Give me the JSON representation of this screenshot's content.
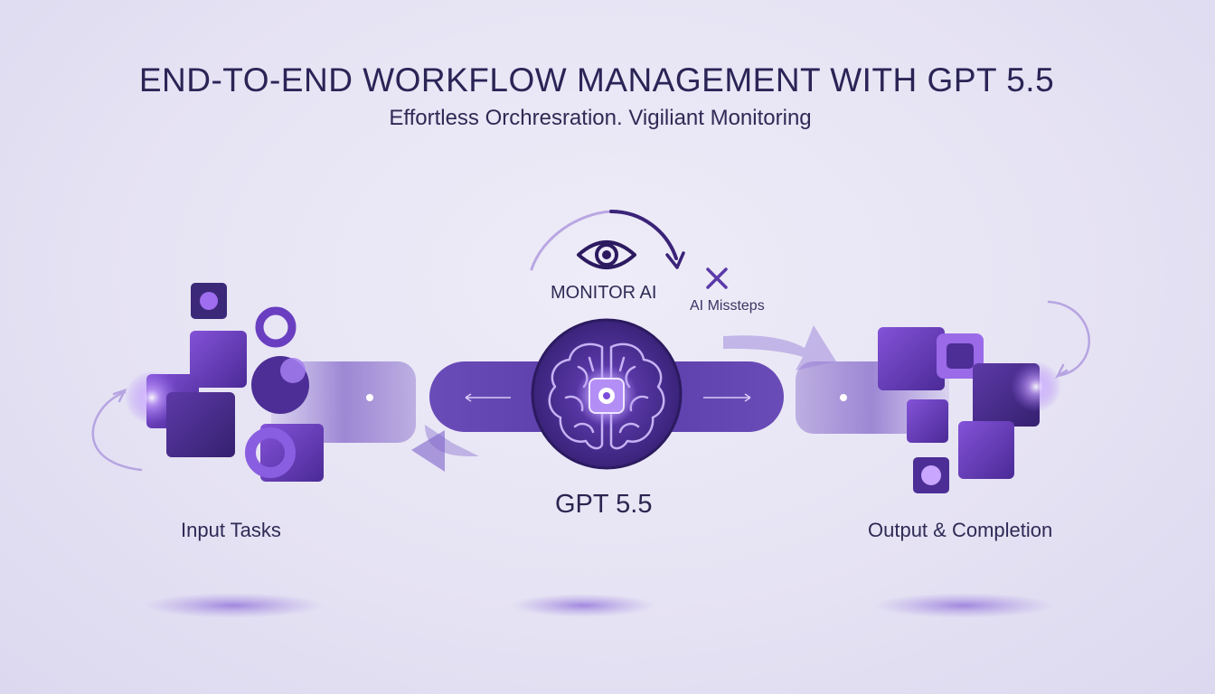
{
  "header": {
    "title": "END-TO-END WORKFLOW MANAGEMENT WITH GPT 5.5",
    "subtitle": "Effortless Orchresration. Vigiliant Monitoring"
  },
  "nodes": {
    "input": {
      "label": "Input Tasks"
    },
    "core": {
      "label": "GPT 5.5"
    },
    "output": {
      "label": "Output & Completion"
    }
  },
  "monitor": {
    "label": "MONITOR AI",
    "missteps_label": "AI Missteps",
    "icon": "eye-icon",
    "missteps_icon": "close-icon"
  },
  "core_icon": "brain-chip-icon",
  "colors": {
    "accent": "#6a3fc4",
    "dark_purple": "#3d2a7a",
    "light_purple": "#9b7fe0",
    "text": "#2a2456",
    "background": "#e9e6f5"
  }
}
